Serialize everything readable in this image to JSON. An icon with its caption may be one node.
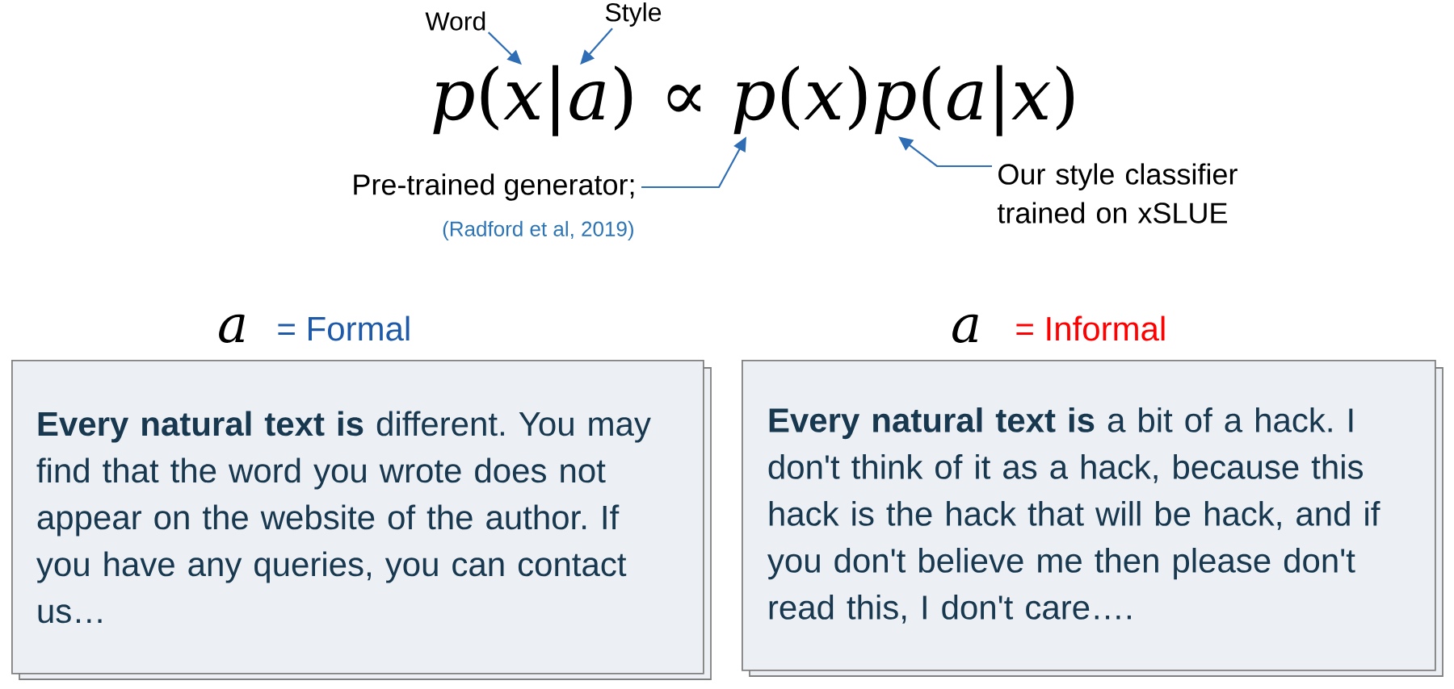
{
  "diagram": {
    "nodes": [
      {
        "text": [
          "Word"
        ]
      },
      {
        "text": [
          "Style"
        ]
      },
      {
        "text": [
          "*p*(*x*|*a*) ∝ *p*(*x*)*p*(*a*|*x*)"
        ]
      },
      {
        "text": [
          "Pre-trained generator;",
          "(Radford et al, 2019)"
        ]
      },
      {
        "text": [
          "Our style classifier trained on xSLUE"
        ]
      },
      {
        "text": [
          "a",
          "= Formal",
          "**Every natural text is** different. You may find that the word you wrote does not appear on the website of the author. If you have any queries, you can contact us…"
        ]
      },
      {
        "text": [
          "a",
          "= Informal",
          "**Every natural text is** a bit of a hack. I don't think of it as a hack, because this hack is the hack that will be hack, and if you don't believe me then please don't read this, I don't care…."
        ]
      }
    ],
    "edges": [
      {
        "from": 0,
        "to": 2,
        "arrow": "to"
      },
      {
        "from": 1,
        "to": 2,
        "arrow": "to"
      },
      {
        "from": 3,
        "to": 2,
        "arrow": "to"
      },
      {
        "from": 4,
        "to": 2,
        "arrow": "to"
      }
    ]
  }
}
